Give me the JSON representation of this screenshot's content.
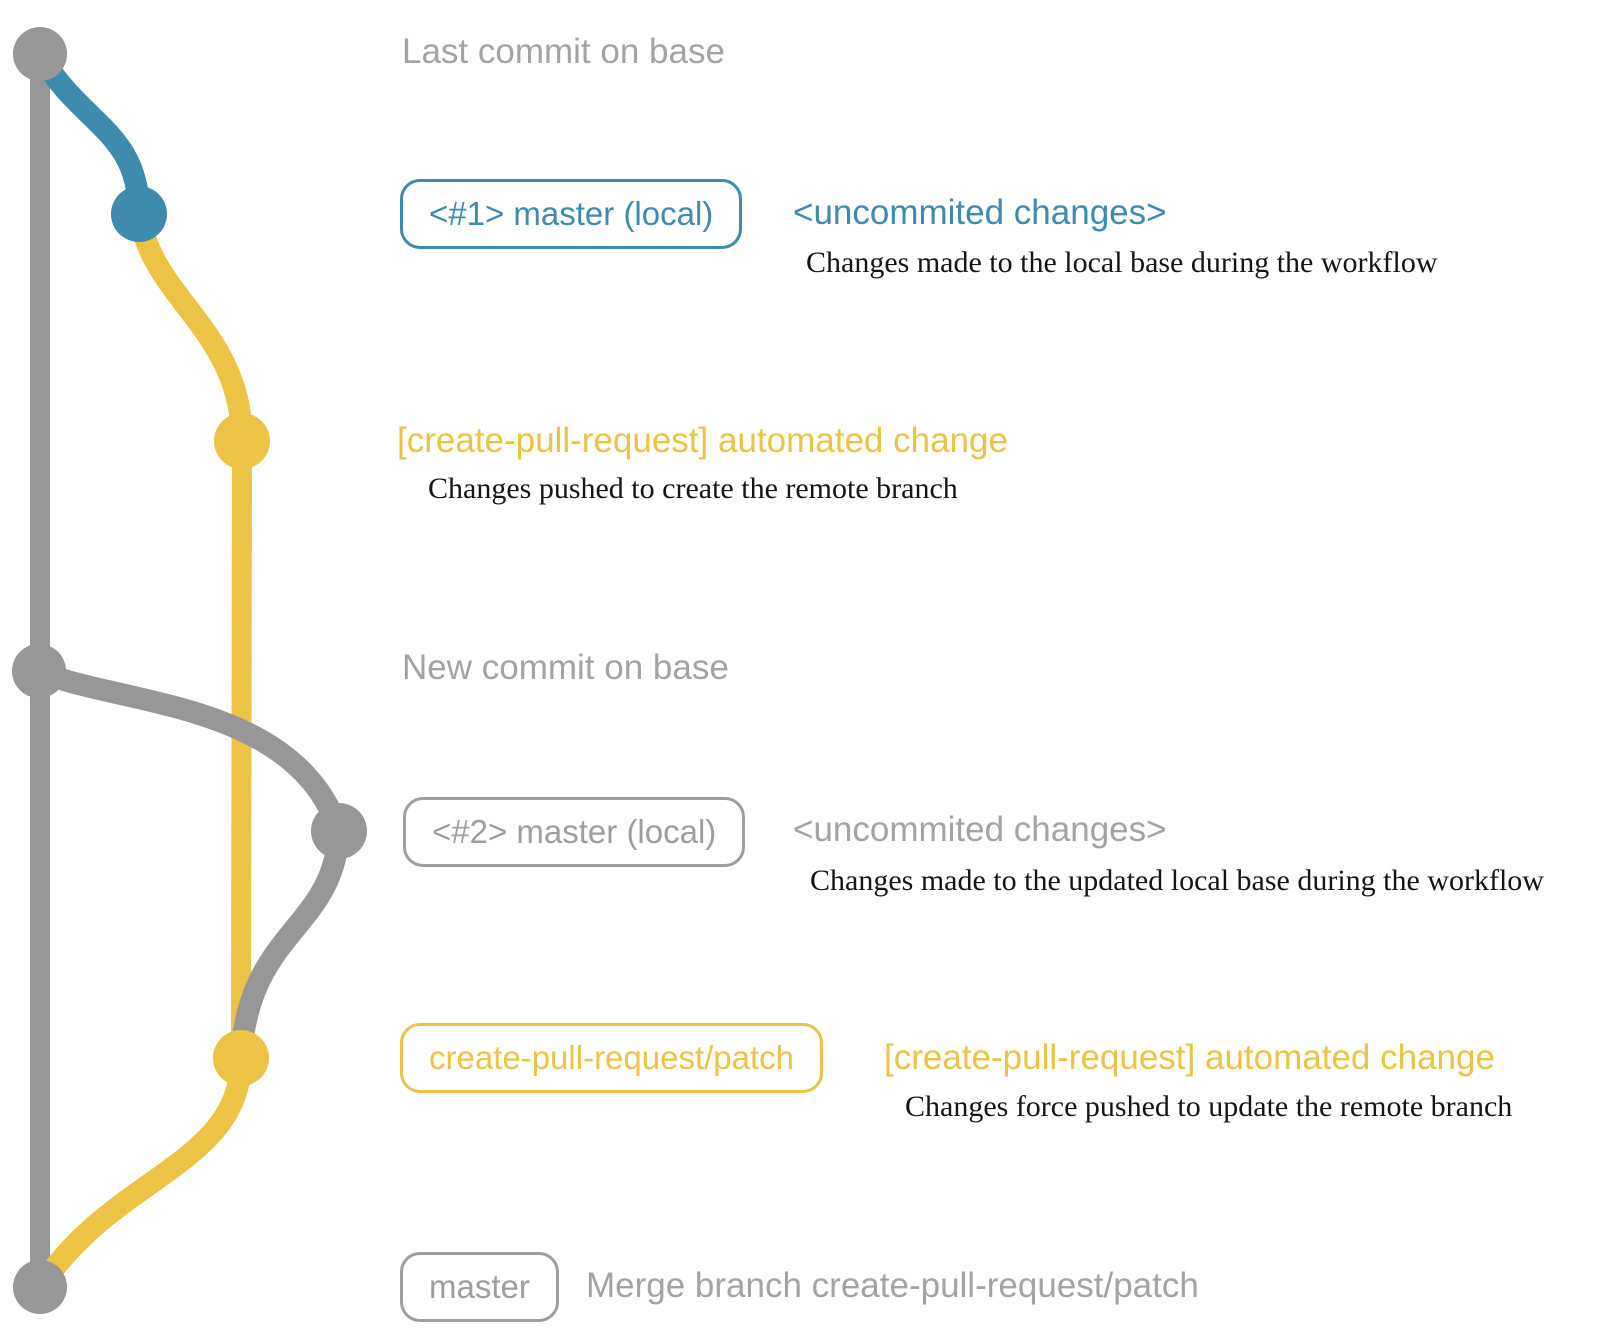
{
  "colors": {
    "graphGray": "#979797",
    "textGray": "#a3a3a3",
    "borderGray": "#9e9e9e",
    "blue": "#3f8bad",
    "yellow": "#ecc344",
    "ink": "#151515",
    "bg": "#ffffff"
  },
  "rows": {
    "last_commit": {
      "title": "Last commit on base"
    },
    "local1": {
      "badge": "<#1> master (local)",
      "annotation": "<uncommited changes>",
      "description": "Changes made to the local base during the workflow"
    },
    "remote_create": {
      "heading": "[create-pull-request] automated change",
      "description": "Changes pushed to create the remote branch"
    },
    "new_commit": {
      "title": "New commit on base"
    },
    "local2": {
      "badge": "<#2> master (local)",
      "annotation": "<uncommited changes>",
      "description": "Changes made to the updated local base during the workflow"
    },
    "remote_update": {
      "badge": "create-pull-request/patch",
      "annotation": "[create-pull-request] automated change",
      "description": "Changes force pushed to update the remote branch"
    },
    "merge": {
      "badge": "master",
      "message": "Merge branch create-pull-request/patch"
    }
  }
}
